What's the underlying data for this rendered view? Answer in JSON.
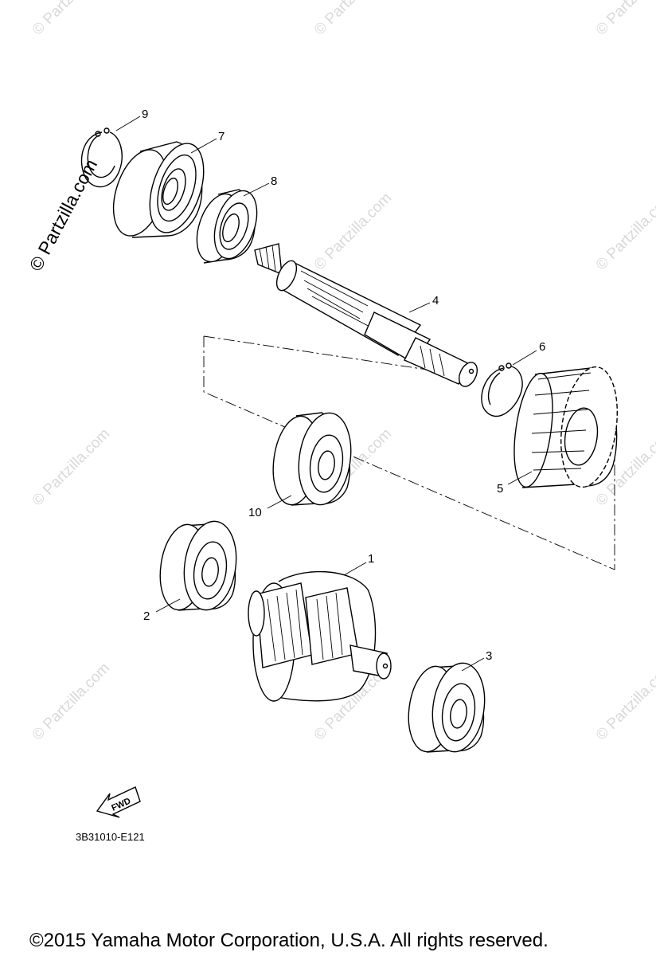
{
  "watermark": {
    "main_text": "© Partzilla.com",
    "repeat_text": "© Partzilla.com"
  },
  "parts": [
    {
      "ref": "1",
      "name": "gear"
    },
    {
      "ref": "2",
      "name": "bearing"
    },
    {
      "ref": "3",
      "name": "bearing"
    },
    {
      "ref": "4",
      "name": "shaft"
    },
    {
      "ref": "5",
      "name": "gear"
    },
    {
      "ref": "6",
      "name": "circlip"
    },
    {
      "ref": "7",
      "name": "bearing"
    },
    {
      "ref": "8",
      "name": "bearing"
    },
    {
      "ref": "9",
      "name": "circlip"
    },
    {
      "ref": "10",
      "name": "bearing"
    }
  ],
  "fwd_label": "FWD",
  "diagram_code": "3B31010-E121",
  "copyright": "©2015  Yamaha Motor Corporation, U.S.A. All rights reserved."
}
